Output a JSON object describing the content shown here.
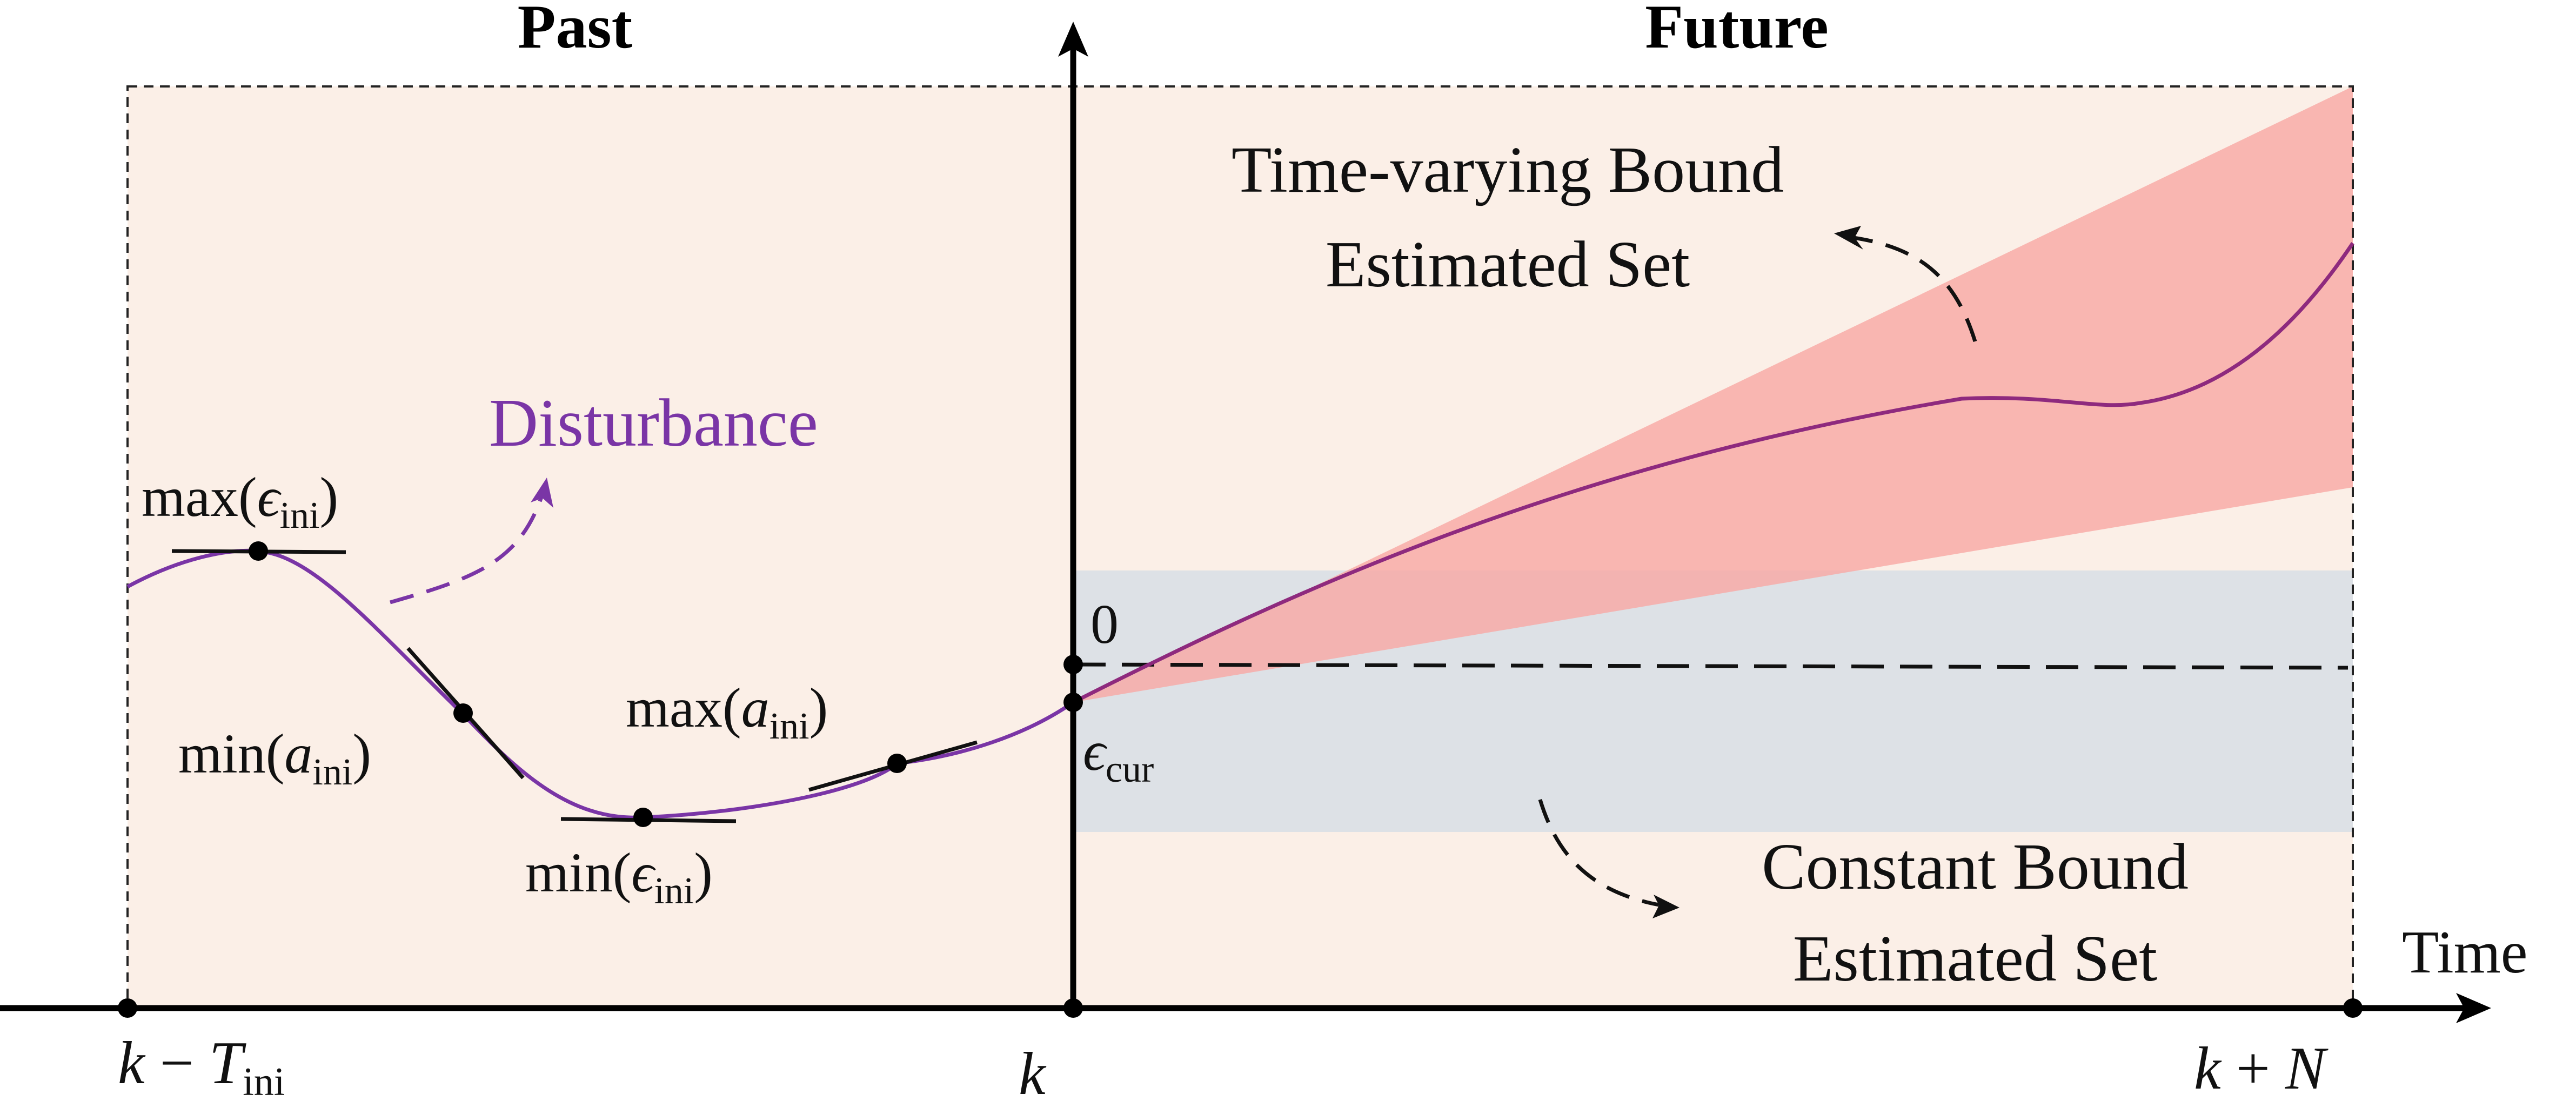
{
  "regions": {
    "past_title": "Past",
    "future_title": "Future"
  },
  "labels": {
    "disturbance": "Disturbance",
    "max_eps_ini": {
      "base": "max(",
      "sym": "ϵ",
      "sub": "ini",
      "close": ")"
    },
    "min_a_ini": {
      "base": "min(",
      "sym": "a",
      "sub": "ini",
      "close": ")"
    },
    "max_a_ini": {
      "base": "max(",
      "sym": "a",
      "sub": "ini",
      "close": ")"
    },
    "min_eps_ini": {
      "base": "min(",
      "sym": "ϵ",
      "sub": "ini",
      "close": ")"
    },
    "eps_cur": {
      "sym": "ϵ",
      "sub": "cur"
    },
    "zero": "0",
    "tv_line1": "Time-varying Bound",
    "tv_line2": "Estimated Set",
    "cb_line1": "Constant Bound",
    "cb_line2": "Estimated Set",
    "time": "Time",
    "x_left": {
      "a": "k",
      "op": " − ",
      "b": "T",
      "sub": "ini"
    },
    "x_mid": "k",
    "x_right": {
      "a": "k",
      "op": " + ",
      "b": "N"
    }
  },
  "colors": {
    "past_fill": "#fbefe7",
    "band_fill": "#dde1e6",
    "cone_fill": "#f9a8a4",
    "disturbance": "#7a35a6",
    "future_curve": "#8e2a7e",
    "axis": "#000000"
  }
}
